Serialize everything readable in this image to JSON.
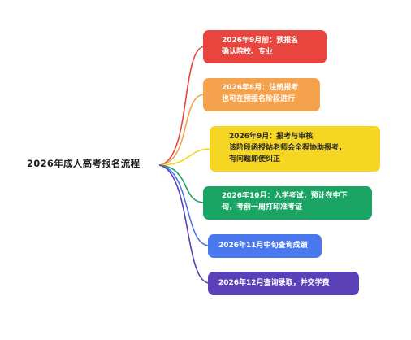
{
  "root": {
    "label": "2026年成人高考报名流程"
  },
  "nodes": [
    {
      "lines": [
        "2026年9月前：预报名",
        "确认院校、专业"
      ],
      "color": "#e8453f"
    },
    {
      "lines": [
        "2026年8月：注册报考",
        "也可在预报名阶段进行"
      ],
      "color": "#f4a24c"
    },
    {
      "lines": [
        "2026年9月：报考与审核",
        "该阶段函授站老师会全程协助报考，",
        "有问题即使纠正"
      ],
      "color": "#f5d622"
    },
    {
      "lines": [
        "2026年10月：入学考试，预计在中下",
        "旬，考前一周打印准考证"
      ],
      "color": "#19a463"
    },
    {
      "lines": [
        "2026年11月中旬查询成绩"
      ],
      "color": "#4a78ee"
    },
    {
      "lines": [
        "2026年12月查询录取，并交学费"
      ],
      "color": "#5b41b8"
    }
  ]
}
